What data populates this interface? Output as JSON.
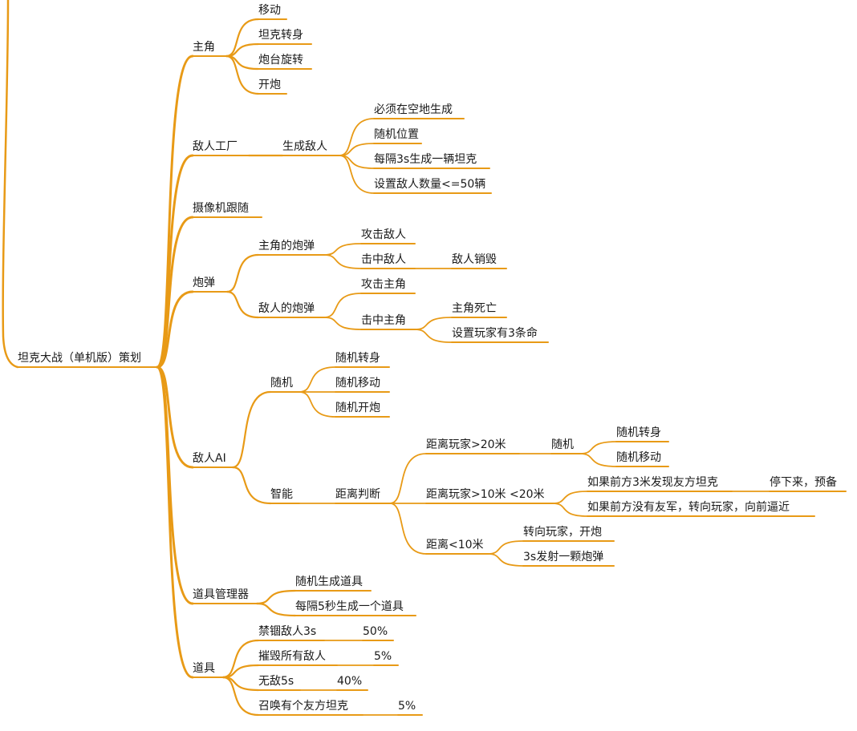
{
  "colors": {
    "branch": "#e89a16",
    "text": "#1a1a1a",
    "background": "#ffffff"
  },
  "mindmap": {
    "root": "坦克大战（单机版）策划",
    "nodes": [
      {
        "id": "protagonist",
        "parent": "root",
        "text": "主角"
      },
      {
        "id": "move",
        "parent": "protagonist",
        "text": "移动"
      },
      {
        "id": "tank-turn",
        "parent": "protagonist",
        "text": "坦克转身"
      },
      {
        "id": "turret-rotate",
        "parent": "protagonist",
        "text": "炮台旋转"
      },
      {
        "id": "fire",
        "parent": "protagonist",
        "text": "开炮"
      },
      {
        "id": "enemy-factory",
        "parent": "root",
        "text": "敌人工厂"
      },
      {
        "id": "spawn-enemy",
        "parent": "enemy-factory",
        "text": "生成敌人"
      },
      {
        "id": "must-empty",
        "parent": "spawn-enemy",
        "text": "必须在空地生成"
      },
      {
        "id": "random-pos",
        "parent": "spawn-enemy",
        "text": "随机位置"
      },
      {
        "id": "every-3s",
        "parent": "spawn-enemy",
        "text": "每隔3s生成一辆坦克"
      },
      {
        "id": "enemy-limit",
        "parent": "spawn-enemy",
        "text": "设置敌人数量<=50辆"
      },
      {
        "id": "camera",
        "parent": "root",
        "text": "摄像机跟随"
      },
      {
        "id": "shell",
        "parent": "root",
        "text": "炮弹"
      },
      {
        "id": "player-shell",
        "parent": "shell",
        "text": "主角的炮弹"
      },
      {
        "id": "attack-enemy",
        "parent": "player-shell",
        "text": "攻击敌人"
      },
      {
        "id": "hit-enemy",
        "parent": "player-shell",
        "text": "击中敌人"
      },
      {
        "id": "enemy-destroyed",
        "parent": "hit-enemy",
        "text": "敌人销毁"
      },
      {
        "id": "enemy-shell",
        "parent": "shell",
        "text": "敌人的炮弹"
      },
      {
        "id": "attack-player",
        "parent": "enemy-shell",
        "text": "攻击主角"
      },
      {
        "id": "hit-player",
        "parent": "enemy-shell",
        "text": "击中主角"
      },
      {
        "id": "player-dies",
        "parent": "hit-player",
        "text": "主角死亡"
      },
      {
        "id": "three-lives",
        "parent": "hit-player",
        "text": "设置玩家有3条命"
      },
      {
        "id": "enemy-ai",
        "parent": "root",
        "text": "敌人AI"
      },
      {
        "id": "random",
        "parent": "enemy-ai",
        "text": "随机"
      },
      {
        "id": "rand-turn",
        "parent": "random",
        "text": "随机转身"
      },
      {
        "id": "rand-move",
        "parent": "random",
        "text": "随机移动"
      },
      {
        "id": "rand-fire",
        "parent": "random",
        "text": "随机开炮"
      },
      {
        "id": "smart",
        "parent": "enemy-ai",
        "text": "智能"
      },
      {
        "id": "distance",
        "parent": "smart",
        "text": "距离判断"
      },
      {
        "id": "dist-gt20",
        "parent": "distance",
        "text": "距离玩家>20米"
      },
      {
        "id": "random2",
        "parent": "dist-gt20",
        "text": "随机"
      },
      {
        "id": "rand-turn2",
        "parent": "random2",
        "text": "随机转身"
      },
      {
        "id": "rand-move2",
        "parent": "random2",
        "text": "随机移动"
      },
      {
        "id": "dist-10-20",
        "parent": "distance",
        "text": "距离玩家>10米 <20米"
      },
      {
        "id": "if-ally",
        "parent": "dist-10-20",
        "text": "如果前方3米发现友方坦克"
      },
      {
        "id": "stop-prepare",
        "parent": "if-ally",
        "text": "停下来，预备"
      },
      {
        "id": "if-no-ally",
        "parent": "dist-10-20",
        "text": "如果前方没有友军，转向玩家，向前逼近"
      },
      {
        "id": "dist-lt10",
        "parent": "distance",
        "text": "距离<10米"
      },
      {
        "id": "turn-fire",
        "parent": "dist-lt10",
        "text": "转向玩家，开炮"
      },
      {
        "id": "fire-3s",
        "parent": "dist-lt10",
        "text": "3s发射一颗炮弹"
      },
      {
        "id": "item-manager",
        "parent": "root",
        "text": "道具管理器"
      },
      {
        "id": "rand-item",
        "parent": "item-manager",
        "text": "随机生成道具"
      },
      {
        "id": "every-5s",
        "parent": "item-manager",
        "text": "每隔5秒生成一个道具"
      },
      {
        "id": "items",
        "parent": "root",
        "text": "道具"
      },
      {
        "id": "freeze",
        "parent": "items",
        "text": "禁锢敌人3s"
      },
      {
        "id": "freeze-pct",
        "parent": "freeze",
        "text": "50%"
      },
      {
        "id": "destroy-all",
        "parent": "items",
        "text": "摧毁所有敌人"
      },
      {
        "id": "destroy-pct",
        "parent": "destroy-all",
        "text": "5%"
      },
      {
        "id": "invincible",
        "parent": "items",
        "text": "无敌5s"
      },
      {
        "id": "invincible-pct",
        "parent": "invincible",
        "text": "40%"
      },
      {
        "id": "summon",
        "parent": "items",
        "text": "召唤有个友方坦克"
      },
      {
        "id": "summon-pct",
        "parent": "summon",
        "text": "5%"
      }
    ]
  }
}
